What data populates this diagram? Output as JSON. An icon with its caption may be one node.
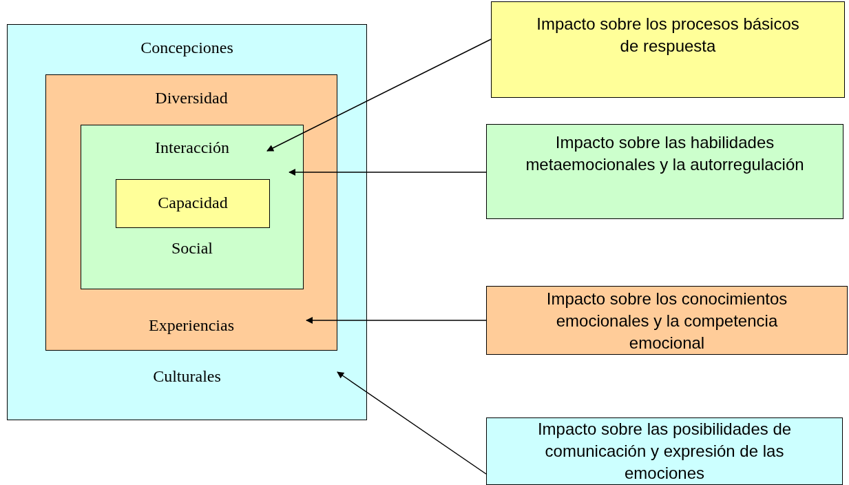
{
  "diagram": {
    "nodes": [
      {
        "text": [
          "Concepciones",
          "Culturales"
        ]
      },
      {
        "text": [
          "Diversidad",
          "Experiencias"
        ],
        "in": 0
      },
      {
        "text": [
          "Interacción",
          "Social"
        ],
        "in": 1
      },
      {
        "text": [
          "Capacidad"
        ],
        "in": 2
      },
      {
        "text": [
          "Impacto sobre los procesos básicos de respuesta"
        ]
      },
      {
        "text": [
          "Impacto sobre las habilidades metaemocionales y la autorregulación"
        ]
      },
      {
        "text": [
          "Impacto sobre los conocimientos emocionales y la competencia emocional"
        ]
      },
      {
        "text": [
          "Impacto sobre las posibilidades de comunicación y expresión de las emociones"
        ]
      }
    ],
    "edges": [
      {
        "from": 4,
        "to": 2,
        "arrow": "to"
      },
      {
        "from": 5,
        "to": 2,
        "arrow": "to"
      },
      {
        "from": 6,
        "to": 1,
        "arrow": "to"
      },
      {
        "from": 7,
        "to": 0,
        "arrow": "to"
      }
    ]
  }
}
